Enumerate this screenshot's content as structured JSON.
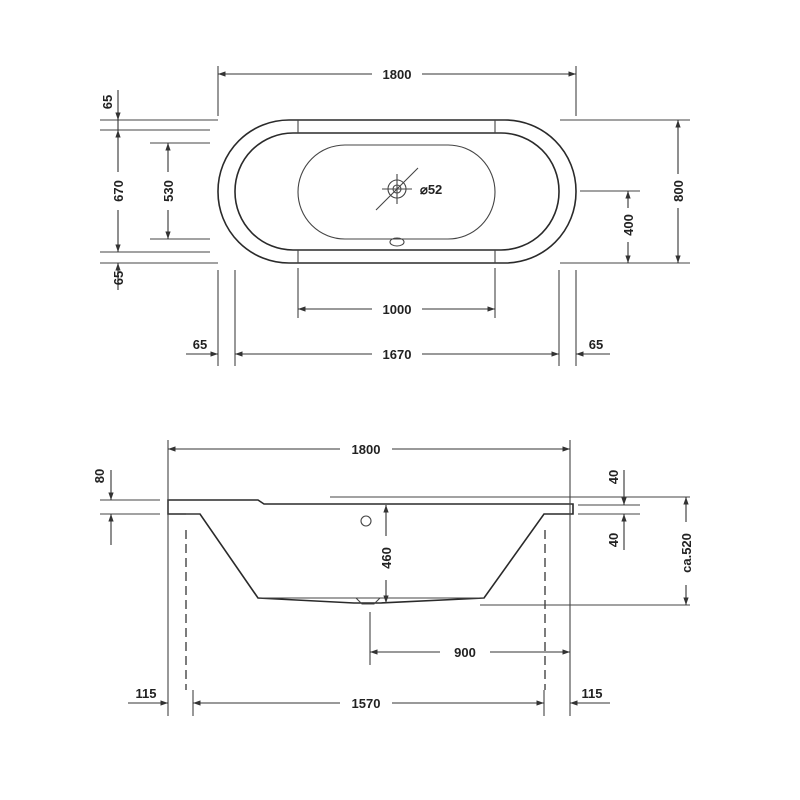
{
  "top_view": {
    "dims": {
      "overall_length": "1800",
      "overall_width": "800",
      "outer_width": "670",
      "inner_width": "530",
      "edge_top": "65",
      "edge_bottom": "65",
      "basin_length": "1000",
      "bottom_length": "1670",
      "edge_left": "65",
      "edge_right": "65",
      "half_width": "400",
      "drain_label": "⌀52"
    }
  },
  "side_view": {
    "dims": {
      "overall_length": "1800",
      "rim_height": "80",
      "rim_right_top": "40",
      "rim_right_bottom": "40",
      "height": "ca.520",
      "overflow_depth": "460",
      "drain_offset": "900",
      "bottom_length": "1570",
      "foot_left": "115",
      "foot_right": "115"
    }
  }
}
